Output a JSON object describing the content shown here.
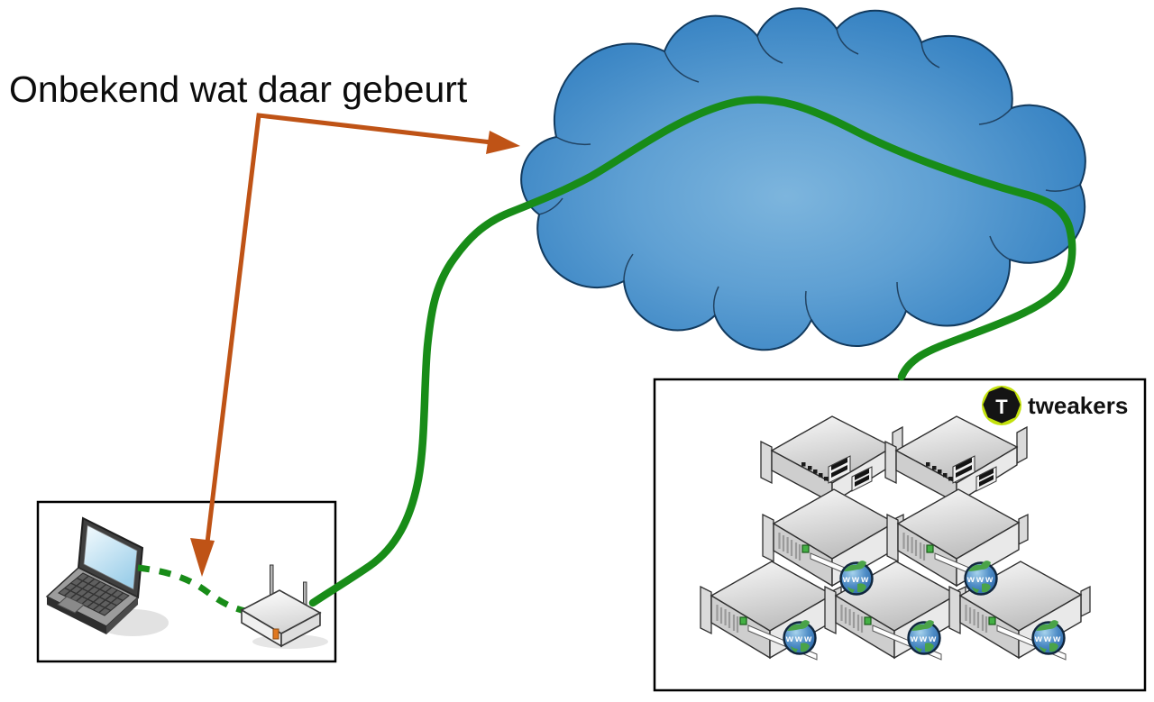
{
  "annotation": {
    "label": "Onbekend wat daar gebeurt"
  },
  "brand": {
    "name": "tweakers",
    "logo_letter": "T",
    "logo_green": "#c3e10c",
    "logo_black": "#141414"
  },
  "globe_label": "www",
  "colors": {
    "connection_green": "#188c18",
    "arrow_orange": "#bf5316",
    "cloud_center": "#7db5dd",
    "cloud_edge": "#2e7cbf",
    "cloud_outline": "#123a5e",
    "box_border": "#000000",
    "background": "#ffffff"
  },
  "client_box": {
    "devices": [
      "laptop",
      "wireless router"
    ],
    "link_style": "dashed"
  },
  "server_box": {
    "switch_count": 2,
    "web_server_count": 5
  }
}
